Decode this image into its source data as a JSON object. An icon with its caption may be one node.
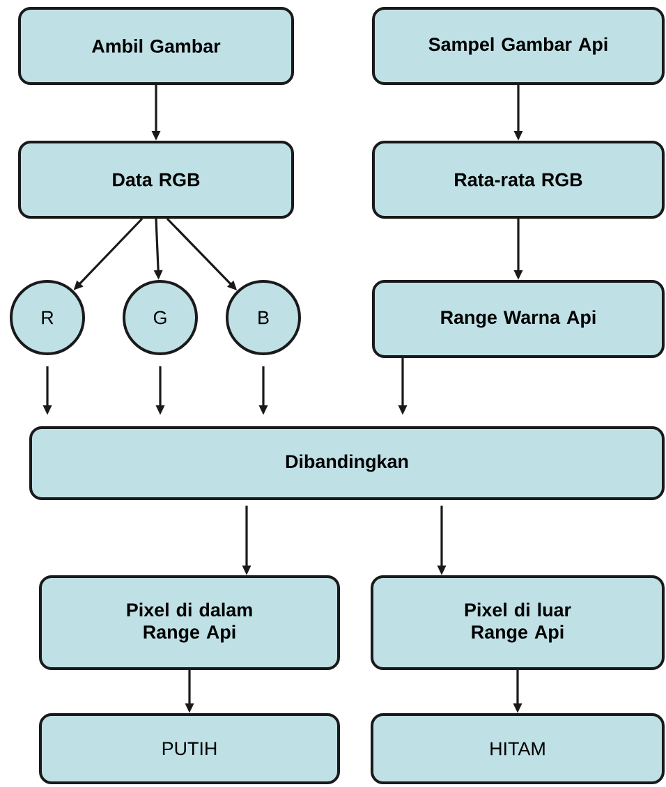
{
  "diagram": {
    "nodes": [
      {
        "text": [
          "Ambil Gambar"
        ]
      },
      {
        "text": [
          "Sampel Gambar Api"
        ]
      },
      {
        "text": [
          "Data RGB"
        ]
      },
      {
        "text": [
          "Rata-rata RGB"
        ]
      },
      {
        "text": [
          "R"
        ]
      },
      {
        "text": [
          "G"
        ]
      },
      {
        "text": [
          "B"
        ]
      },
      {
        "text": [
          "Range Warna Api"
        ]
      },
      {
        "text": [
          "Dibandingkan"
        ]
      },
      {
        "text": [
          "Pixel di dalam Range Api"
        ]
      },
      {
        "text": [
          "Pixel di luar Range Api"
        ]
      },
      {
        "text": [
          "PUTIH"
        ]
      },
      {
        "text": [
          "HITAM"
        ]
      }
    ],
    "edges": [
      {
        "from": 0,
        "to": 2,
        "arrow": "to"
      },
      {
        "from": 1,
        "to": 3,
        "arrow": "to"
      },
      {
        "from": 2,
        "to": 4,
        "arrow": "to"
      },
      {
        "from": 2,
        "to": 5,
        "arrow": "to"
      },
      {
        "from": 2,
        "to": 6,
        "arrow": "to"
      },
      {
        "from": 3,
        "to": 7,
        "arrow": "to"
      },
      {
        "from": 4,
        "to": 8,
        "arrow": "to"
      },
      {
        "from": 5,
        "to": 8,
        "arrow": "to"
      },
      {
        "from": 6,
        "to": 8,
        "arrow": "to"
      },
      {
        "from": 7,
        "to": 8,
        "arrow": "to"
      },
      {
        "from": 8,
        "to": 9,
        "arrow": "to"
      },
      {
        "from": 8,
        "to": 10,
        "arrow": "to"
      },
      {
        "from": 9,
        "to": 11,
        "arrow": "to"
      },
      {
        "from": 10,
        "to": 12,
        "arrow": "to"
      }
    ]
  }
}
